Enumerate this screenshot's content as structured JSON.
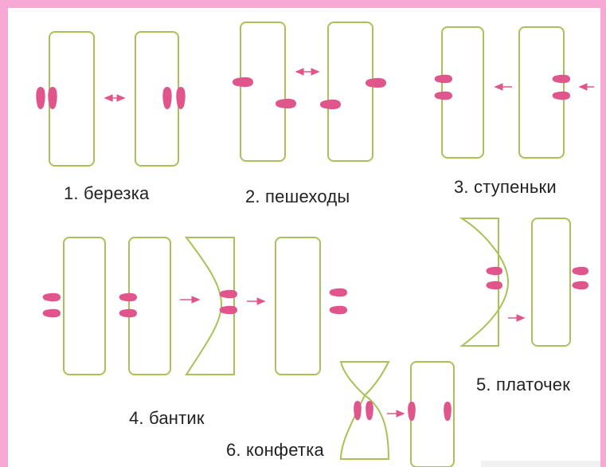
{
  "colors": {
    "page_border": "#f7a8d4",
    "sheet_outline": "#a8c257",
    "foot": "#e0568c",
    "arrow": "#e0568c",
    "text": "#222222"
  },
  "icons": {
    "sheet": "paper-sheet-outline",
    "foot": "footprint-icon",
    "arrow": "arrow-icon"
  },
  "figures": [
    {
      "number": "1",
      "label": "1. березка"
    },
    {
      "number": "2",
      "label": "2. пешеходы"
    },
    {
      "number": "3",
      "label": "3. ступеньки"
    },
    {
      "number": "4",
      "label": "4. бантик"
    },
    {
      "number": "5",
      "label": "5. платочек"
    },
    {
      "number": "6",
      "label": "6. конфетка"
    }
  ]
}
